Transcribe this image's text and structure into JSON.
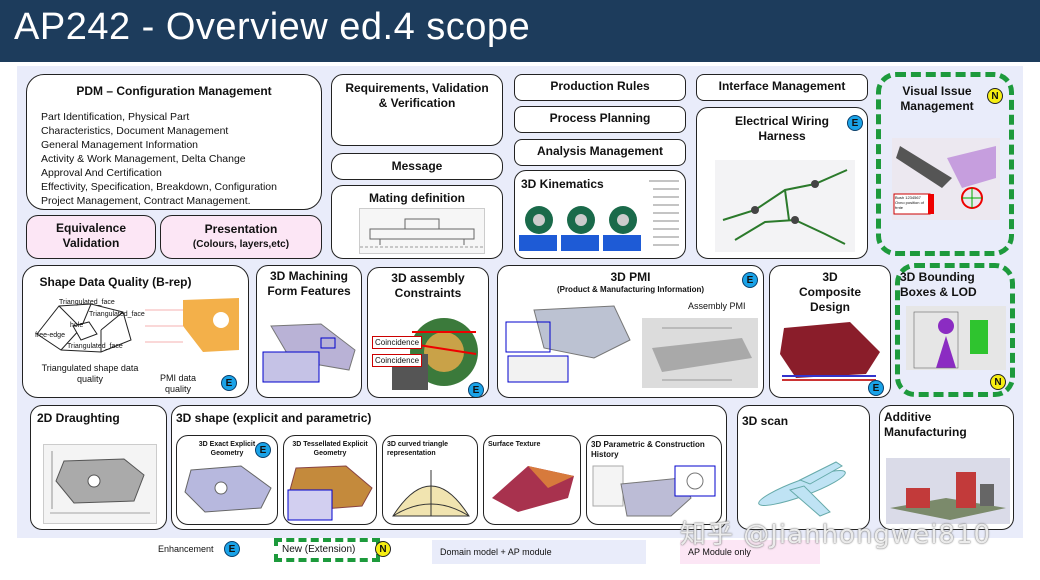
{
  "header": {
    "title": "AP242 - Overview ed.4 scope"
  },
  "pdm": {
    "title": "PDM – Configuration Management",
    "lines": [
      "Part Identification, Physical Part",
      "Characteristics, Document Management",
      "General Management Information",
      "Activity & Work Management, Delta Change",
      "Approval And Certification",
      "Effectivity, Specification, Breakdown, Configuration",
      "Project Management, Contract Management."
    ]
  },
  "equivalence": {
    "title": "Equivalence Validation"
  },
  "presentation": {
    "title": "Presentation",
    "subtitle": "(Colours, layers,etc)"
  },
  "requirements": {
    "title": "Requirements, Validation & Verification"
  },
  "message": {
    "title": "Message"
  },
  "mating": {
    "title": "Mating definition"
  },
  "production_rules": {
    "title": "Production  Rules"
  },
  "process_planning": {
    "title": "Process Planning"
  },
  "analysis": {
    "title": "Analysis Management"
  },
  "kinematics": {
    "title": "3D Kinematics"
  },
  "interface": {
    "title": "Interface Management"
  },
  "electrical": {
    "title": "Electrical Wiring Harness",
    "badge": "E"
  },
  "visual_issue": {
    "title": "Visual Issue Management",
    "badge": "N",
    "stamp": "Bush 1234567 Ovno position of frnte"
  },
  "shape_quality": {
    "title": "Shape Data Quality (B-rep)",
    "caption1": "Triangulated shape data quality",
    "caption2": "PMI data quality",
    "badge": "E",
    "labels": [
      "Triangulated_face",
      "Triangulated_face",
      "hole",
      "free-edge",
      "Triangulated_face"
    ]
  },
  "machining": {
    "title": "3D Machining Form Features"
  },
  "assembly_constraints": {
    "title": "3D assembly Constraints",
    "badge": "E",
    "label1": "Coincidence",
    "label2": "Coincidence"
  },
  "pmi": {
    "title": "3D PMI",
    "subtitle": "(Product & Manufacturing Information)",
    "assembly_label": "Assembly PMI",
    "badge": "E"
  },
  "composite": {
    "title": "3D Composite Design",
    "badge": "E"
  },
  "bounding": {
    "title": "3D Bounding Boxes & LOD",
    "badge": "N"
  },
  "draughting": {
    "title": "2D Draughting"
  },
  "shape3d": {
    "title": "3D shape (explicit and parametric)",
    "sub": [
      {
        "title": "3D Exact Explicit Geometry",
        "badge": "E"
      },
      {
        "title": "3D Tessellated Explicit Geometry"
      },
      {
        "title": "3D curved triangle representation"
      },
      {
        "title": "Surface Texture"
      },
      {
        "title": "3D Parametric & Construction History"
      }
    ]
  },
  "scan": {
    "title": "3D scan"
  },
  "additive": {
    "title": "Additive Manufacturing"
  },
  "legend": {
    "enhancement": "Enhancement",
    "enhancement_badge": "E",
    "new_ext": "New (Extension)",
    "new_badge": "N",
    "domain": "Domain model + AP module",
    "ap_only": "AP Module only"
  },
  "watermark": "知乎 @Jianhongwei810",
  "colors": {
    "header_bg": "#1d3c5c",
    "panel_bg": "#e9ecfa",
    "pink_box": "#fce6f5",
    "e_badge": "#1aa3e8",
    "n_badge": "#f6ee12",
    "dash_green": "#1d9a3c"
  }
}
